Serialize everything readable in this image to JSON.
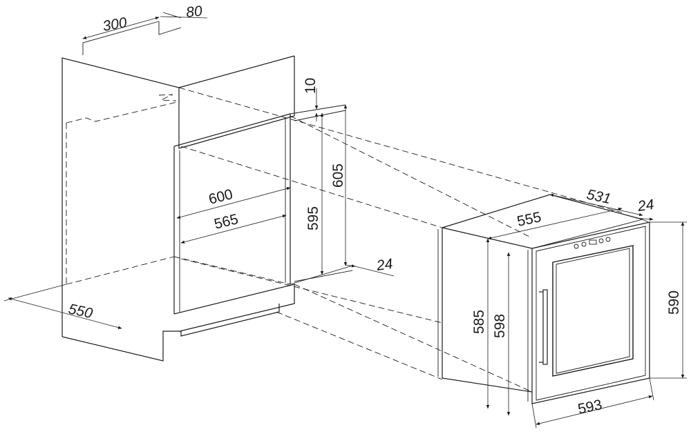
{
  "dimensions": {
    "top_depth": "300",
    "top_slot": "80",
    "top_gap": "10",
    "niche_height_total": "605",
    "niche_width_outer": "600",
    "niche_height": "595",
    "niche_width_inner": "565",
    "niche_offset": "24",
    "cabinet_depth": "550",
    "unit_depth": "531",
    "unit_offset": "24",
    "unit_depth_body": "555",
    "unit_height_front": "590",
    "unit_height_body": "585",
    "unit_height_side": "598",
    "unit_width": "593"
  },
  "colors": {
    "line": "#1a1a1a",
    "background": "#ffffff"
  }
}
